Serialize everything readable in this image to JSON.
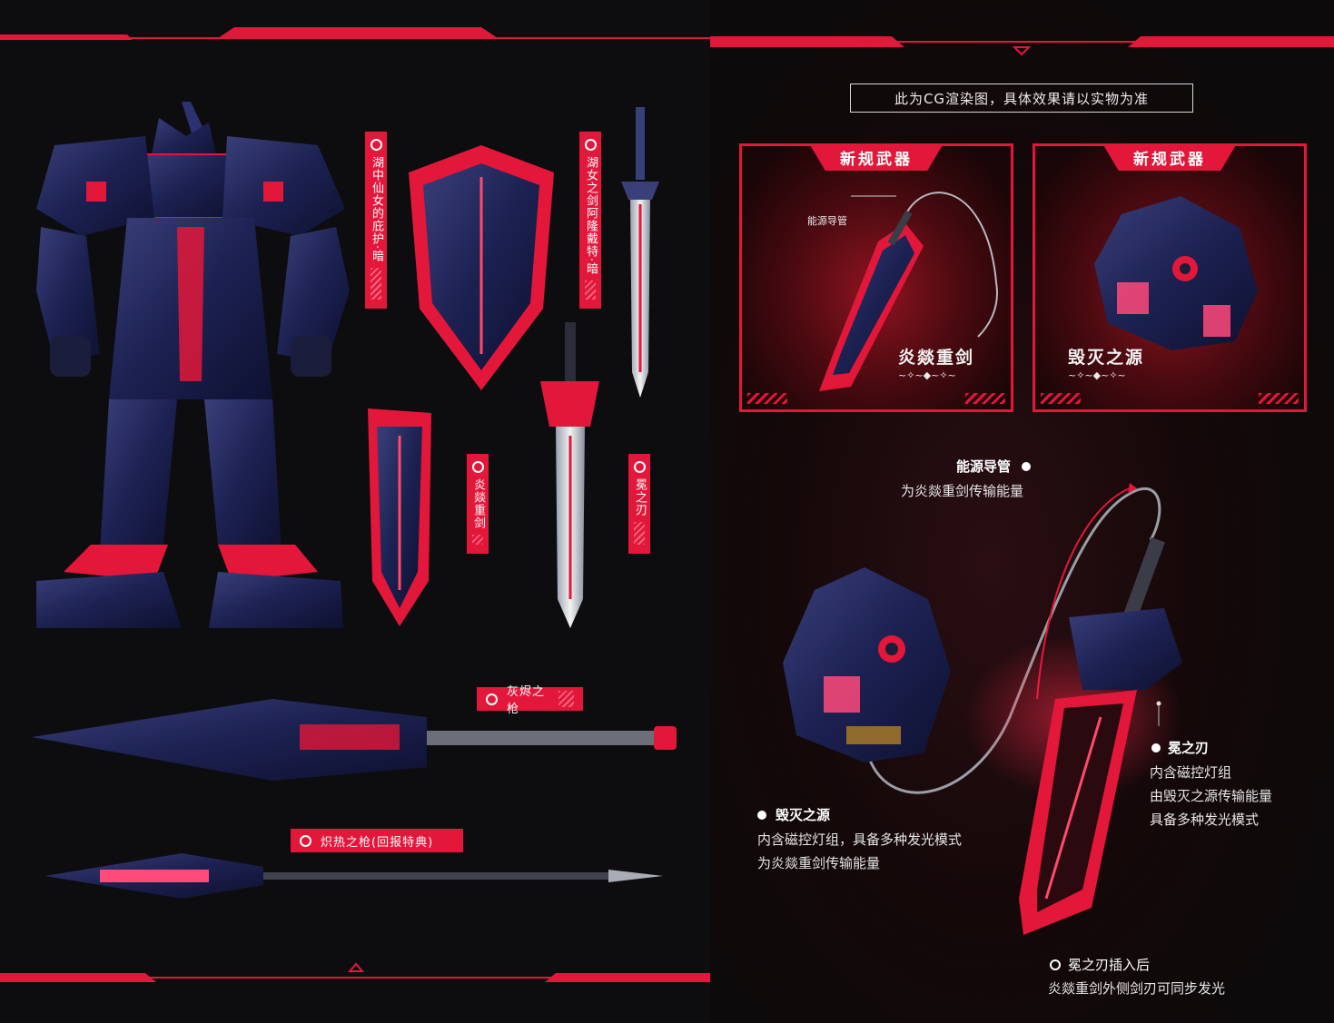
{
  "colors": {
    "accent": "#e3173a",
    "background": "#0b0b0d",
    "armor": "#1e2350",
    "glow": "#ff2a4a"
  },
  "left": {
    "labels": {
      "shield": "湖中仙女的庇护·暗",
      "sword_arondight": "湖女之剑阿隆戴特·暗",
      "flame_sword": "炎燚重剑",
      "blade": "冕之刃",
      "ash_spear": "灰烬之枪",
      "scorch_spear": "炽热之枪(回报特典)"
    }
  },
  "right": {
    "notice": "此为CG渲染图，具体效果请以实物为准",
    "cards": [
      {
        "tab": "新规武器",
        "name": "炎燚重剑",
        "annotation": "能源导管",
        "ornament": "~✧~◆~✧~"
      },
      {
        "tab": "新规武器",
        "name": "毁灭之源",
        "ornament": "~✧~◆~✧~"
      }
    ],
    "annotations": {
      "conduit": {
        "title": "能源导管",
        "lines": [
          "为炎燚重剑传输能量"
        ]
      },
      "source": {
        "title": "毁灭之源",
        "lines": [
          "内含磁控灯组，具备多种发光模式",
          "为炎燚重剑传输能量"
        ]
      },
      "blade": {
        "title": "冕之刃",
        "lines": [
          "内含磁控灯组",
          "由毁灭之源传输能量",
          "具备多种发光模式"
        ]
      },
      "insert": {
        "title": "冕之刃插入后",
        "lines": [
          "炎燚重剑外侧剑刃可同步发光"
        ]
      }
    }
  }
}
